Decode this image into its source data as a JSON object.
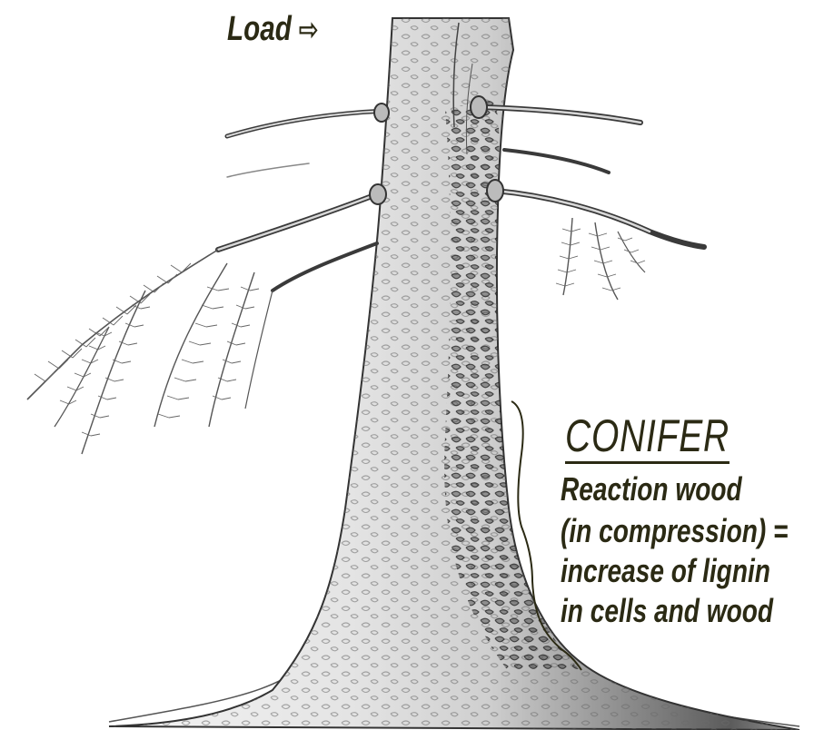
{
  "load": {
    "label": "Load",
    "arrow": "⇨"
  },
  "annotation": {
    "heading": "CONIFER",
    "lines": [
      "Reaction wood",
      "(in compression) =",
      "increase of lignin",
      "in cells and wood"
    ]
  },
  "colors": {
    "ink": "#2b2a14",
    "pencil": "#4a4a4a",
    "bark_light": "#eeeeee",
    "bark_dark": "#555555"
  },
  "illustration": {
    "subject": "tree-trunk-sketch",
    "icon": "conifer-trunk-icon"
  }
}
